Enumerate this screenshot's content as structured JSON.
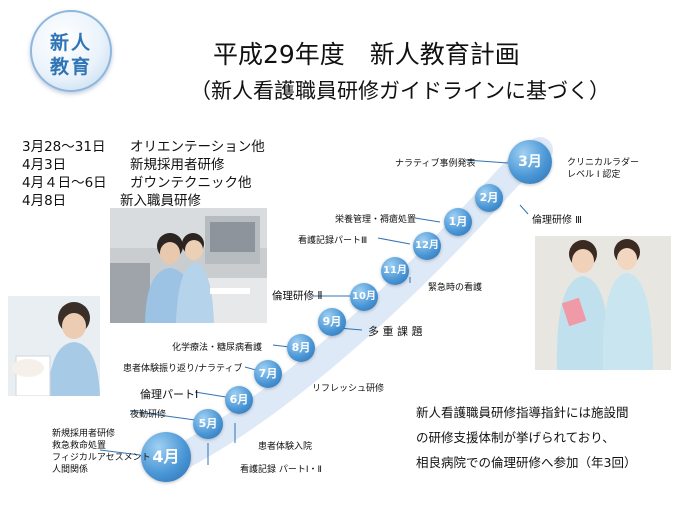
{
  "badge": {
    "line1": "新人",
    "line2": "教育"
  },
  "title": "平成29年度　新人教育計画",
  "subtitle": "（新人看護職員研修ガイドラインに基づく）",
  "schedule": [
    {
      "date": "3月28～31日",
      "event": "オリエンテーション他"
    },
    {
      "date": "4月3日",
      "event": "新規採用者研修"
    },
    {
      "date": "4月４日～6日",
      "event": "ガウンテクニック他"
    },
    {
      "date": "4月8日",
      "event": "新入職員研修"
    }
  ],
  "months": {
    "m4": "4月",
    "m5": "5月",
    "m6": "6月",
    "m7": "7月",
    "m8": "8月",
    "m9": "9月",
    "m10": "10月",
    "m11": "11月",
    "m12": "12月",
    "m1": "1月",
    "m2": "2月",
    "m3": "3月"
  },
  "labels": {
    "shinki": "新規採用者研修",
    "kyumei": "救急救命処置",
    "physical": "フィジカルアセスメント",
    "ningen": "人間関係",
    "yakin": "夜勤研修",
    "rinri1": "倫理パートⅠ",
    "kiroku12": "看護記録 パートⅠ・Ⅱ",
    "kanja_nyuin": "患者体験入院",
    "kanja_furikaeri": "患者体験振り返り/ナラティブ",
    "refresh": "リフレッシュ研修",
    "kagaku": "化学療法・糖尿病看護",
    "tajuu": "多 重 課 題",
    "rinri2": "倫理研修 Ⅱ",
    "kinkyuu": "緊急時の看護",
    "kiroku3": "看護記録パートⅢ",
    "eiyou": "栄養管理・褥瘡処置",
    "narrative": "ナラティブ事例発表",
    "clinical1": "クリニカルラダー",
    "clinical2": "レベル Ⅰ 認定",
    "rinri3": "倫理研修 Ⅲ"
  },
  "note": [
    "新人看護職員研修指導指針には施設間",
    "の研修支援体制が挙げられており、",
    "相良病院での倫理研修へ参加（年3回）"
  ],
  "colors": {
    "accent": "#2f74b5",
    "circle": "#4b97d6",
    "track": "#dde9f6"
  }
}
